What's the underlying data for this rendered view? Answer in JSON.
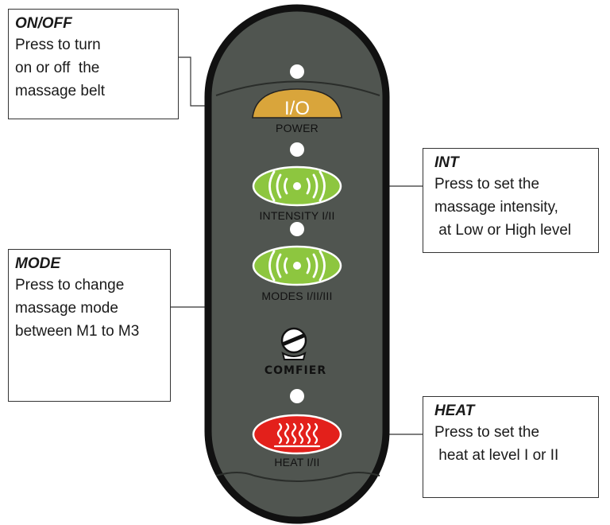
{
  "colors": {
    "remote_body": "#505550",
    "remote_outline": "#111111",
    "power_button": "#d9a53b",
    "green_button": "#8dc63f",
    "heat_button": "#e3201b",
    "indicator": "#ffffff"
  },
  "remote": {
    "power_symbol": "I/O",
    "power_label": "POWER",
    "intensity_label": "INTENSITY I/II",
    "modes_label": "MODES I/II/III",
    "heat_label": "HEAT I/II",
    "brand": "COMFIER"
  },
  "callouts": {
    "onoff": {
      "title": "ON/OFF",
      "lines": [
        "Press to turn",
        "on or off  the",
        "massage belt"
      ]
    },
    "int": {
      "title": "INT",
      "lines": [
        "Press to set the",
        "massage intensity,",
        " at Low or High level"
      ]
    },
    "mode": {
      "title": "MODE",
      "lines": [
        "Press to change",
        "massage mode",
        "between M1 to M3"
      ]
    },
    "heat": {
      "title": "HEAT",
      "lines": [
        "Press to set the",
        " heat at level I or II"
      ]
    }
  }
}
